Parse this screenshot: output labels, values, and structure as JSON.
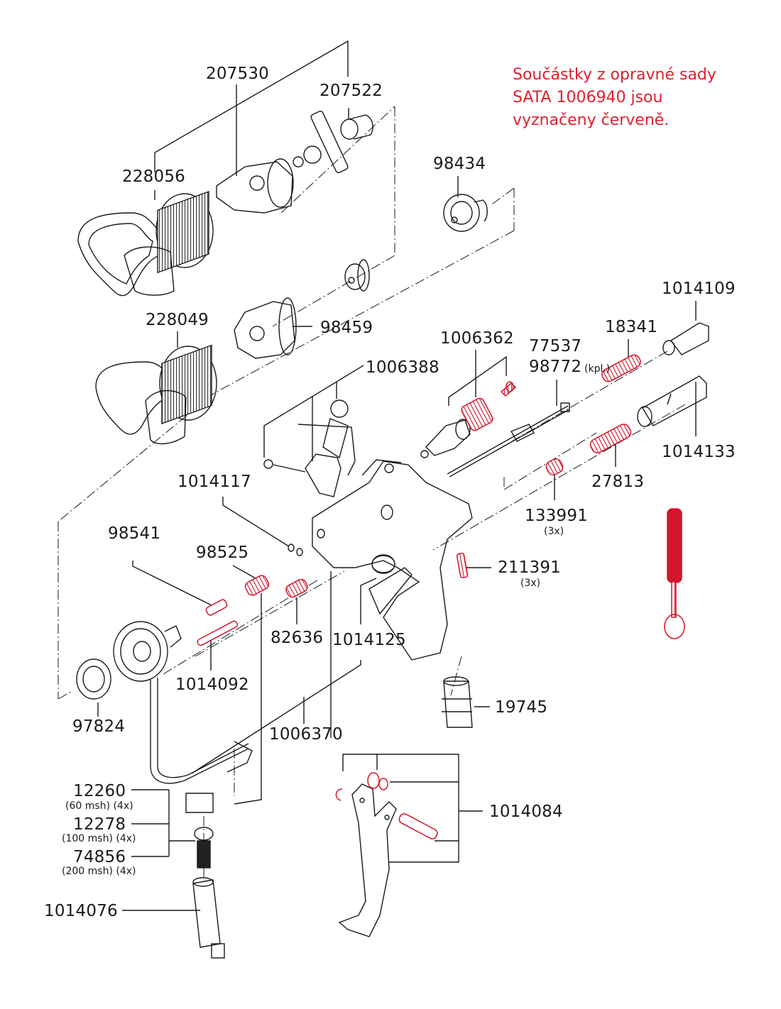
{
  "note": {
    "lines": [
      "Součástky z opravné sady",
      "SATA 1006940 jsou",
      "vyznačeny červeně."
    ],
    "color": "#e0202e"
  },
  "colors": {
    "line": "#1a1a1a",
    "kit_part": "#d4142a"
  },
  "labels": {
    "p207530": "207530",
    "p207522": "207522",
    "p228056": "228056",
    "p98434": "98434",
    "p228049": "228049",
    "p98459": "98459",
    "p1014109": "1014109",
    "p1006362": "1006362",
    "p18341": "18341",
    "p77537": "77537",
    "p98772": "98772",
    "p98772_note": "(kpl.)",
    "p1006388": "1006388",
    "p1014133": "1014133",
    "p1014117": "1014117",
    "p27813": "27813",
    "p133991": "133991",
    "p133991_qty": "(3x)",
    "p98541": "98541",
    "p98525": "98525",
    "p211391": "211391",
    "p211391_qty": "(3x)",
    "p82636": "82636",
    "p1014125": "1014125",
    "p1014092": "1014092",
    "p19745": "19745",
    "p97824": "97824",
    "p1006370": "1006370",
    "p12260": "12260",
    "p12260_note": "(60 msh) (4x)",
    "p12278": "12278",
    "p12278_note": "(100 msh) (4x)",
    "p74856": "74856",
    "p74856_note": "(200 msh) (4x)",
    "p1014084": "1014084",
    "p1014076": "1014076"
  },
  "kit_parts": [
    "1006362",
    "18341",
    "27813",
    "133991",
    "98525",
    "98541",
    "82636",
    "1014092",
    "211391",
    "1014084",
    "brush"
  ]
}
